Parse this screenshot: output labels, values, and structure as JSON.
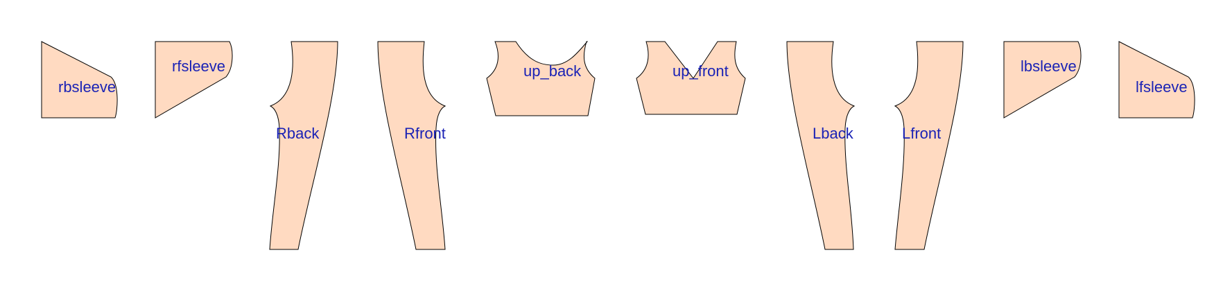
{
  "colors": {
    "piece_fill": "#FFDAC1",
    "piece_stroke": "#000000",
    "label": "#1A22B5",
    "background": "#FFFFFF"
  },
  "pieces": [
    {
      "id": "rbsleeve",
      "label": "rbsleeve"
    },
    {
      "id": "rfsleeve",
      "label": "rfsleeve"
    },
    {
      "id": "rback",
      "label": "Rback"
    },
    {
      "id": "rfront",
      "label": "Rfront"
    },
    {
      "id": "up_back",
      "label": "up_back"
    },
    {
      "id": "up_front",
      "label": "up_front"
    },
    {
      "id": "lback",
      "label": "Lback"
    },
    {
      "id": "lfront",
      "label": "Lfront"
    },
    {
      "id": "lbsleeve",
      "label": "lbsleeve"
    },
    {
      "id": "lfsleeve",
      "label": "lfsleeve"
    }
  ]
}
